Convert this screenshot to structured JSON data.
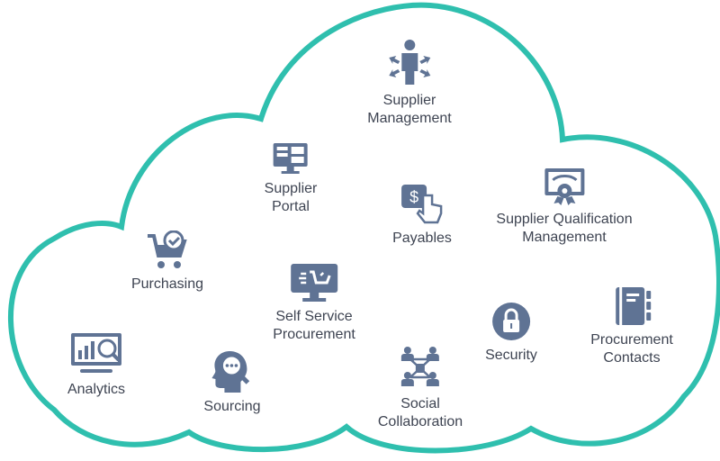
{
  "title": "Procurement Cloud",
  "colors": {
    "outline": "#2fbfae",
    "icon": "#5f7394",
    "text": "#3e4452"
  },
  "nodes": {
    "supplier_management": {
      "line1": "Supplier",
      "line2": "Management",
      "icon": "person-arrows-icon"
    },
    "supplier_portal": {
      "line1": "Supplier",
      "line2": "Portal",
      "icon": "monitor-icon"
    },
    "payables": {
      "line1": "Payables",
      "icon": "dollar-hand-icon"
    },
    "supplier_qualification": {
      "line1": "Supplier Qualification",
      "line2": "Management",
      "icon": "certificate-icon"
    },
    "purchasing": {
      "line1": "Purchasing",
      "icon": "cart-check-icon"
    },
    "self_service": {
      "line1": "Self Service",
      "line2": "Procurement",
      "icon": "monitor-cart-icon"
    },
    "security": {
      "line1": "Security",
      "icon": "lock-icon"
    },
    "procurement_contacts": {
      "line1": "Procurement",
      "line2": "Contacts",
      "icon": "address-book-icon"
    },
    "analytics": {
      "line1": "Analytics",
      "icon": "chart-magnifier-icon"
    },
    "sourcing": {
      "line1": "Sourcing",
      "icon": "head-search-icon"
    },
    "social_collaboration": {
      "line1": "Social",
      "line2": "Collaboration",
      "icon": "network-people-icon"
    }
  }
}
